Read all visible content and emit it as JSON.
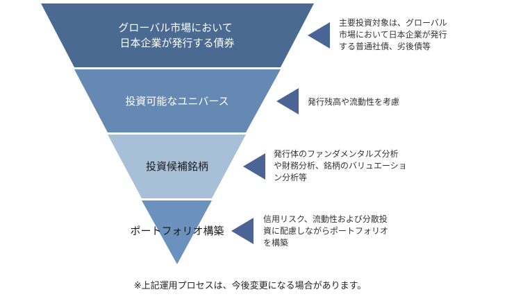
{
  "stages": [
    {
      "label_lines": [
        "グローバル市場において",
        "日本企業が発行する債券"
      ],
      "description_lines": [
        "主要投資対象は、グローバル",
        "市場において日本企業が発行",
        "する普通社債、劣後債等"
      ]
    },
    {
      "label_lines": [
        "投資可能なユニバース"
      ],
      "description_lines": [
        "発行残高や流動性を考慮"
      ]
    },
    {
      "label_lines": [
        "投資候補銘柄"
      ],
      "description_lines": [
        "発行体のファンダメンタルズ分析",
        "や財務分析、銘柄のバリュエーショ",
        "ン分析等"
      ]
    },
    {
      "label_lines": [
        "ポートフォリオ構築"
      ],
      "description_lines": [
        "信用リスク、流動性および分散投",
        "資に配慮しながらポートフォリオ",
        "を構築"
      ]
    }
  ],
  "footnote": "※上記運用プロセスは、今後変更になる場合があります。",
  "colors": {
    "stage_fills": [
      "#4a6a91",
      "#6589b2",
      "#a7bfd7",
      "#6b91bf"
    ],
    "stage_text": [
      "light",
      "light",
      "dark",
      "dark"
    ],
    "arrow": "#4a6496"
  }
}
